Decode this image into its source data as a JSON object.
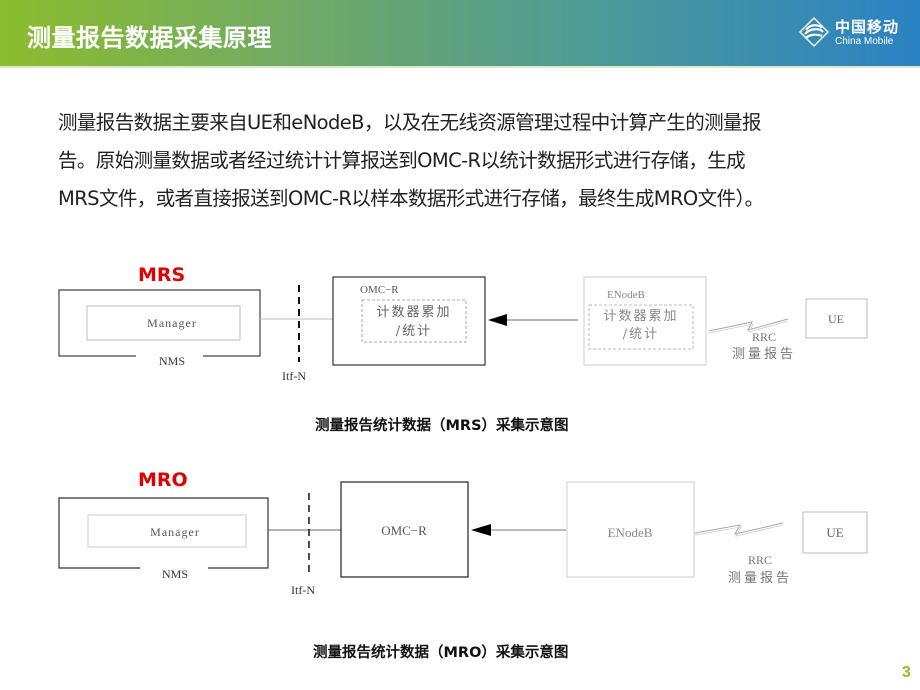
{
  "header": {
    "title": "测量报告数据采集原理",
    "logo_cn": "中国移动",
    "logo_en": "China Mobile"
  },
  "paragraph": {
    "lines": [
      "测量报告数据主要来自UE和eNodeB，以及在无线资源管理过程中计算产生的测量报",
      "告。原始测量数据或者经过统计计算报送到OMC-R以统计数据形式进行存储，生成",
      "MRS文件，或者直接报送到OMC-R以样本数据形式进行存储，最终生成MRO文件）。"
    ]
  },
  "mrs_diagram": {
    "label": "MRS",
    "manager": "Manager",
    "nms": "NMS",
    "itf": "Itf-N",
    "omc": "OMC−R",
    "omc_inner_1": "计数器累加",
    "omc_inner_2": "/统计",
    "enodeb": "ENodeB",
    "enodeb_inner_1": "计数器累加",
    "enodeb_inner_2": "/统计",
    "rrc": "RRC",
    "report": "测量报告",
    "ue": "UE",
    "caption": "测量报告统计数据（MRS）采集示意图"
  },
  "mro_diagram": {
    "label": "MRO",
    "manager": "Manager",
    "nms": "NMS",
    "itf": "Itf-N",
    "omc": "OMC−R",
    "enodeb": "ENodeB",
    "rrc": "RRC",
    "report": "测量报告",
    "ue": "UE",
    "caption": "测量报告统计数据（MRO）采集示意图"
  },
  "page_number": "3",
  "colors": {
    "header_start": "#8cbd2e",
    "header_end": "#2a82c4",
    "label_red": "#e00000",
    "page_number": "#8cbd2e"
  }
}
